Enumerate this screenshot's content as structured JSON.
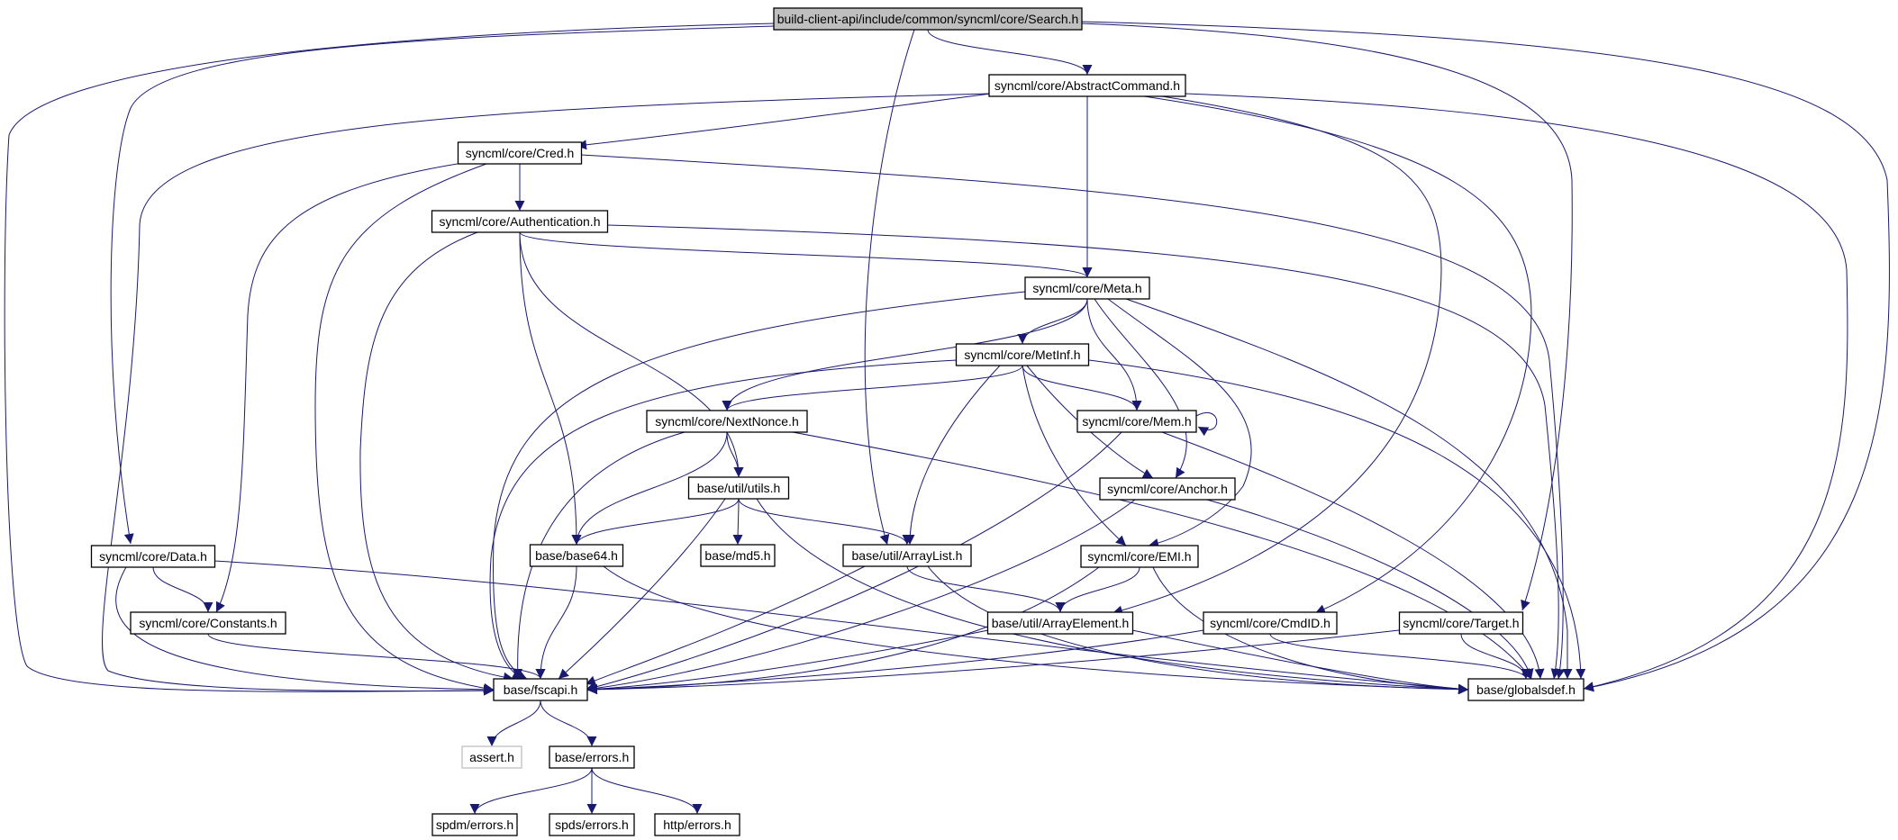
{
  "graph": {
    "title": "build-client-api/include/common/syncml/core/Search.h",
    "edge_color": "#191970",
    "root_fill": "#bfbfbf",
    "nodes": [
      {
        "id": "search",
        "label": "build-client-api/include/common/syncml/core/Search.h",
        "kind": "root"
      },
      {
        "id": "abstractcommand",
        "label": "syncml/core/AbstractCommand.h",
        "kind": "normal"
      },
      {
        "id": "cred",
        "label": "syncml/core/Cred.h",
        "kind": "normal"
      },
      {
        "id": "authentication",
        "label": "syncml/core/Authentication.h",
        "kind": "normal"
      },
      {
        "id": "meta",
        "label": "syncml/core/Meta.h",
        "kind": "normal"
      },
      {
        "id": "metinf",
        "label": "syncml/core/MetInf.h",
        "kind": "normal"
      },
      {
        "id": "nextnonce",
        "label": "syncml/core/NextNonce.h",
        "kind": "normal"
      },
      {
        "id": "mem",
        "label": "syncml/core/Mem.h",
        "kind": "normal"
      },
      {
        "id": "utils",
        "label": "base/util/utils.h",
        "kind": "normal"
      },
      {
        "id": "anchor",
        "label": "syncml/core/Anchor.h",
        "kind": "normal"
      },
      {
        "id": "data",
        "label": "syncml/core/Data.h",
        "kind": "normal"
      },
      {
        "id": "base64",
        "label": "base/base64.h",
        "kind": "normal"
      },
      {
        "id": "md5",
        "label": "base/md5.h",
        "kind": "normal"
      },
      {
        "id": "arraylist",
        "label": "base/util/ArrayList.h",
        "kind": "normal"
      },
      {
        "id": "emi",
        "label": "syncml/core/EMI.h",
        "kind": "normal"
      },
      {
        "id": "constants",
        "label": "syncml/core/Constants.h",
        "kind": "normal"
      },
      {
        "id": "arrayelement",
        "label": "base/util/ArrayElement.h",
        "kind": "normal"
      },
      {
        "id": "cmdid",
        "label": "syncml/core/CmdID.h",
        "kind": "normal"
      },
      {
        "id": "target",
        "label": "syncml/core/Target.h",
        "kind": "normal"
      },
      {
        "id": "fscapi",
        "label": "base/fscapi.h",
        "kind": "normal"
      },
      {
        "id": "globalsdef",
        "label": "base/globalsdef.h",
        "kind": "normal"
      },
      {
        "id": "assert",
        "label": "assert.h",
        "kind": "ghost"
      },
      {
        "id": "errors",
        "label": "base/errors.h",
        "kind": "normal"
      },
      {
        "id": "spdm",
        "label": "spdm/errors.h",
        "kind": "normal"
      },
      {
        "id": "spds",
        "label": "spds/errors.h",
        "kind": "normal"
      },
      {
        "id": "http",
        "label": "http/errors.h",
        "kind": "normal"
      }
    ],
    "edges": [
      [
        "search",
        "abstractcommand"
      ],
      [
        "search",
        "data"
      ],
      [
        "search",
        "arraylist"
      ],
      [
        "search",
        "target"
      ],
      [
        "search",
        "fscapi"
      ],
      [
        "search",
        "globalsdef"
      ],
      [
        "abstractcommand",
        "cred"
      ],
      [
        "abstractcommand",
        "meta"
      ],
      [
        "abstractcommand",
        "arrayelement"
      ],
      [
        "abstractcommand",
        "cmdid"
      ],
      [
        "abstractcommand",
        "fscapi"
      ],
      [
        "abstractcommand",
        "globalsdef"
      ],
      [
        "cred",
        "authentication"
      ],
      [
        "cred",
        "constants"
      ],
      [
        "cred",
        "fscapi"
      ],
      [
        "cred",
        "globalsdef"
      ],
      [
        "authentication",
        "meta"
      ],
      [
        "authentication",
        "utils"
      ],
      [
        "authentication",
        "base64"
      ],
      [
        "authentication",
        "fscapi"
      ],
      [
        "authentication",
        "globalsdef"
      ],
      [
        "meta",
        "metinf"
      ],
      [
        "meta",
        "nextnonce"
      ],
      [
        "meta",
        "mem"
      ],
      [
        "meta",
        "anchor"
      ],
      [
        "meta",
        "emi"
      ],
      [
        "meta",
        "fscapi"
      ],
      [
        "meta",
        "globalsdef"
      ],
      [
        "metinf",
        "nextnonce"
      ],
      [
        "metinf",
        "mem"
      ],
      [
        "metinf",
        "anchor"
      ],
      [
        "metinf",
        "emi"
      ],
      [
        "metinf",
        "arraylist"
      ],
      [
        "metinf",
        "fscapi"
      ],
      [
        "metinf",
        "globalsdef"
      ],
      [
        "nextnonce",
        "utils"
      ],
      [
        "nextnonce",
        "base64"
      ],
      [
        "nextnonce",
        "fscapi"
      ],
      [
        "nextnonce",
        "globalsdef"
      ],
      [
        "mem",
        "mem"
      ],
      [
        "mem",
        "fscapi"
      ],
      [
        "mem",
        "globalsdef"
      ],
      [
        "utils",
        "md5"
      ],
      [
        "utils",
        "base64"
      ],
      [
        "utils",
        "arraylist"
      ],
      [
        "utils",
        "fscapi"
      ],
      [
        "utils",
        "globalsdef"
      ],
      [
        "anchor",
        "fscapi"
      ],
      [
        "anchor",
        "globalsdef"
      ],
      [
        "data",
        "constants"
      ],
      [
        "data",
        "fscapi"
      ],
      [
        "data",
        "globalsdef"
      ],
      [
        "base64",
        "fscapi"
      ],
      [
        "base64",
        "globalsdef"
      ],
      [
        "arraylist",
        "arrayelement"
      ],
      [
        "arraylist",
        "fscapi"
      ],
      [
        "arraylist",
        "globalsdef"
      ],
      [
        "emi",
        "arrayelement"
      ],
      [
        "emi",
        "fscapi"
      ],
      [
        "emi",
        "globalsdef"
      ],
      [
        "constants",
        "fscapi"
      ],
      [
        "arrayelement",
        "fscapi"
      ],
      [
        "arrayelement",
        "globalsdef"
      ],
      [
        "cmdid",
        "fscapi"
      ],
      [
        "cmdid",
        "globalsdef"
      ],
      [
        "target",
        "fscapi"
      ],
      [
        "target",
        "globalsdef"
      ],
      [
        "fscapi",
        "assert"
      ],
      [
        "fscapi",
        "errors"
      ],
      [
        "errors",
        "spdm"
      ],
      [
        "errors",
        "spds"
      ],
      [
        "errors",
        "http"
      ]
    ]
  }
}
